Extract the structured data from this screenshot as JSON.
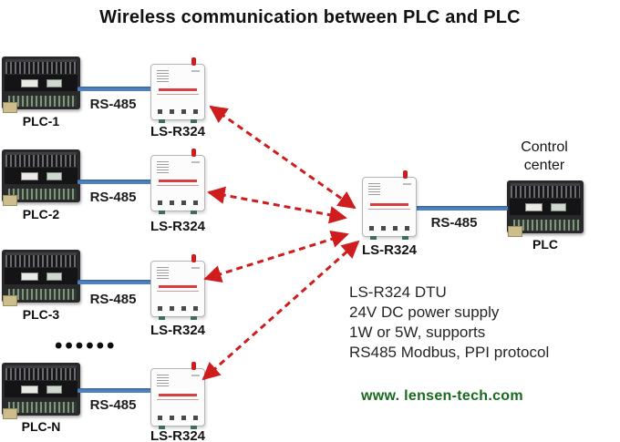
{
  "title": "Wireless communication between PLC and PLC",
  "colors": {
    "accent-blue": "#4f81bd",
    "arrow-red": "#cf1d1d",
    "link-green": "#17691d"
  },
  "left_nodes": [
    {
      "plc_label": "PLC-1",
      "bus_label": "RS-485",
      "dtu_label": "LS-R324"
    },
    {
      "plc_label": "PLC-2",
      "bus_label": "RS-485",
      "dtu_label": "LS-R324"
    },
    {
      "plc_label": "PLC-3",
      "bus_label": "RS-485",
      "dtu_label": "LS-R324"
    },
    {
      "plc_label": "PLC-N",
      "bus_label": "RS-485",
      "dtu_label": "LS-R324"
    }
  ],
  "ellipsis": "••••••",
  "center": {
    "dtu_label": "LS-R324",
    "bus_label": "RS-485"
  },
  "control_center": {
    "caption": "Control center",
    "plc_label": "PLC"
  },
  "info_block": {
    "line1": "LS-R324 DTU",
    "line2": "24V DC power supply",
    "line3": "1W or 5W, supports",
    "line4": "RS485 Modbus, PPI protocol"
  },
  "website": "www. lensen-tech.com"
}
